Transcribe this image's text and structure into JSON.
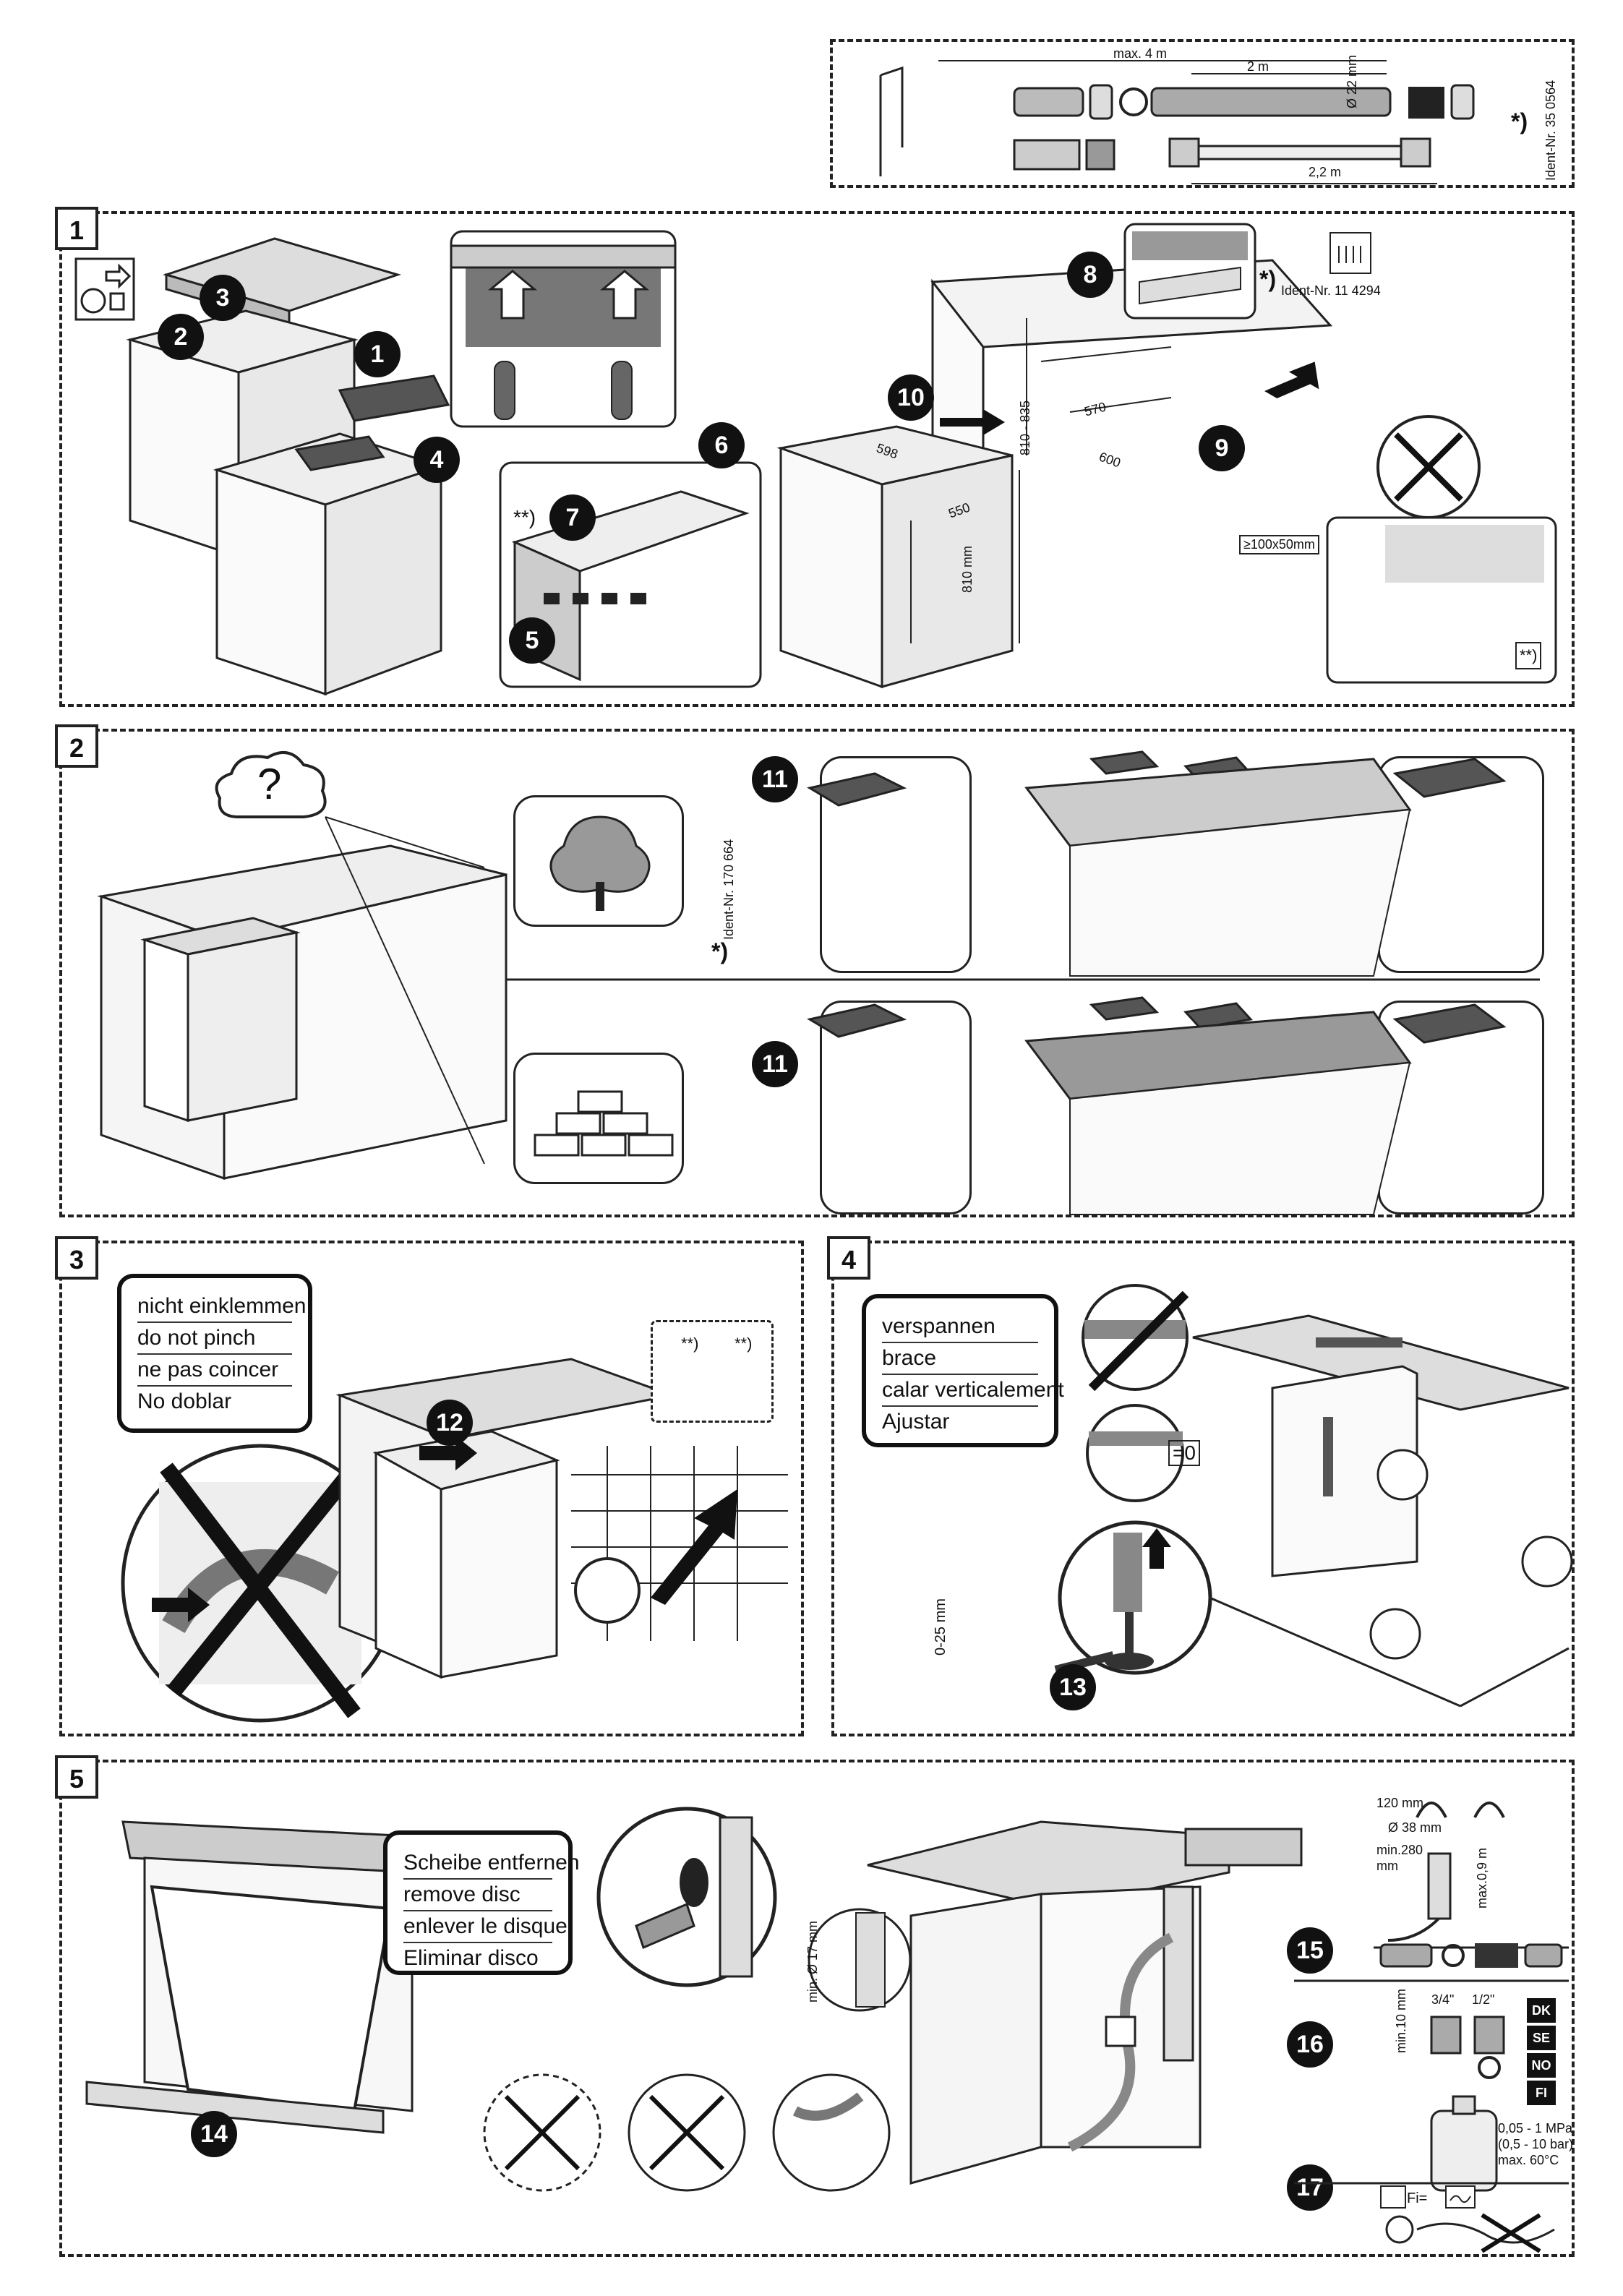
{
  "sections": {
    "s1": "1",
    "s2": "2",
    "s3": "3",
    "s4": "4",
    "s5": "5"
  },
  "hose_kit": {
    "max_length": "max. 4 m",
    "length_2m": "2 m",
    "length_22m": "2,2 m",
    "diameter": "Ø 22 mm",
    "ident": "Ident-Nr. 35 0564",
    "star": "*)"
  },
  "step1": {
    "ident": "Ident-Nr. 11 4294",
    "star": "*)",
    "double_star": "**)",
    "dim_598": "598",
    "dim_550": "550",
    "dim_810mm": "810 mm",
    "dim_810_835": "810 - 835",
    "dim_570": "570",
    "dim_600": "600",
    "dim_hole": "≥100x50mm",
    "double_star_box": "**)"
  },
  "step2": {
    "question": "?",
    "ident": "Ident-Nr. 170 664",
    "star": "*)"
  },
  "step3": {
    "labels": [
      "nicht einklemmen",
      "do not pinch",
      "ne pas coincer",
      "No doblar"
    ],
    "double_star_a": "**)",
    "double_star_b": "**)"
  },
  "step4": {
    "labels": [
      "verspannen",
      "brace",
      "calar verticalement",
      "Ajustar"
    ],
    "range": "0-25 mm",
    "zero": "=0"
  },
  "step5": {
    "labels": [
      "Scheibe entfernen",
      "remove disc",
      "enlever le disque",
      "Eliminar disco"
    ],
    "min17": "min. Ø 17 mm",
    "d120": "120 mm",
    "d38": "Ø 38 mm",
    "min280": "min.280 mm",
    "max09": "max.0,9 m",
    "min10": "min.10 mm",
    "thread34": "3/4\"",
    "thread12": "1/2\"",
    "countries": [
      "DK",
      "SE",
      "NO",
      "FI"
    ],
    "pressure": [
      "0,05 - 1 MPa",
      "(0,5 - 10 bar)",
      "max. 60°C"
    ],
    "fi": "Fi="
  },
  "markers": [
    "1",
    "2",
    "3",
    "4",
    "5",
    "6",
    "7",
    "8",
    "9",
    "10",
    "11",
    "11",
    "12",
    "13",
    "14",
    "15",
    "16",
    "17"
  ]
}
